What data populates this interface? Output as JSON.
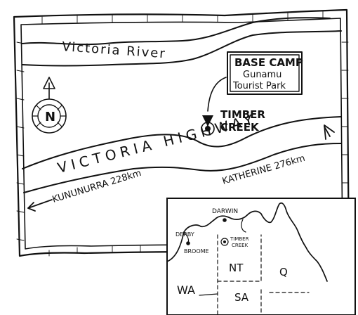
{
  "river": {
    "label": "Victoria River"
  },
  "highway": {
    "label": "VICTORIA HIGHWAY"
  },
  "basecamp": {
    "title": "BASE CAMP",
    "line1": "Gunamu",
    "line2": "Tourist Park"
  },
  "town": {
    "line1": "TIMBER",
    "line2": "CREEK"
  },
  "compass": {
    "letter": "N"
  },
  "directions": {
    "west": "KUNUNURRA 228km",
    "east": "KATHERINE 276km"
  },
  "inset": {
    "darwin": "DARWIN",
    "derby": "DERBY",
    "broome": "BROOME",
    "timber_line1": "TIMBER",
    "timber_line2": "CREEK",
    "nt": "NT",
    "wa": "WA",
    "sa": "SA",
    "q": "Q"
  }
}
